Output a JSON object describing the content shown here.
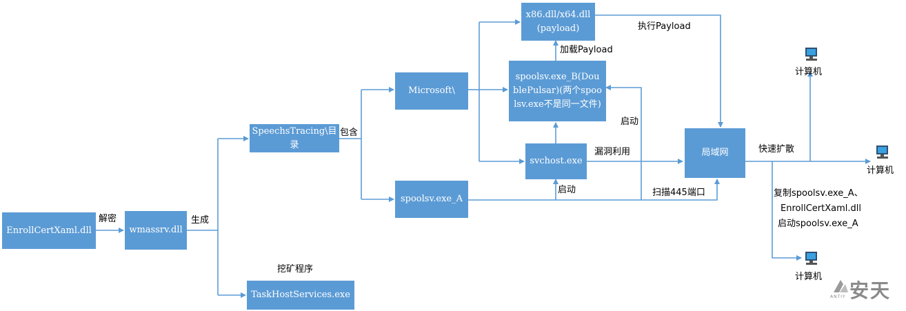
{
  "nodes": {
    "enrollcert": "EnrollCertXaml.dll",
    "wmassrv": "wmassrv.dll",
    "speechstracing": "SpeechsTracing\\目录",
    "taskhost": "TaskHostServices.exe",
    "microsoft": "Microsoft\\",
    "spoolsv_a": "spoolsv.exe_A",
    "payload": "x86.dll/x64.dll (payload)",
    "spoolsv_b": "spoolsv.exe_B(DoublePulsar)(两个spoolsv.exe不是同一文件)",
    "svchost": "svchost.exe",
    "lan": "局域网"
  },
  "labels": {
    "decrypt": "解密",
    "generate": "生成",
    "contains": "包含",
    "miner": "挖矿程序",
    "load_payload": "加载Payload",
    "exec_payload": "执行Payload",
    "start_b": "启动",
    "exploit": "漏洞利用",
    "start_svchost": "启动",
    "scan_445": "扫描445端口",
    "fast_spread": "快速扩散",
    "copy_line1": "复制spoolsv.exe_A、",
    "copy_line2": "EnrollCertXaml.dll",
    "copy_line3": "启动spoolsv.exe_A"
  },
  "computers": {
    "top": "计算机",
    "right": "计算机",
    "bottom": "计算机"
  },
  "brand": {
    "name": "安天",
    "sub": "ANTIY"
  },
  "colors": {
    "node_fill": "#5b9bd5",
    "arrow": "#5b9bd5",
    "text": "#000000"
  }
}
